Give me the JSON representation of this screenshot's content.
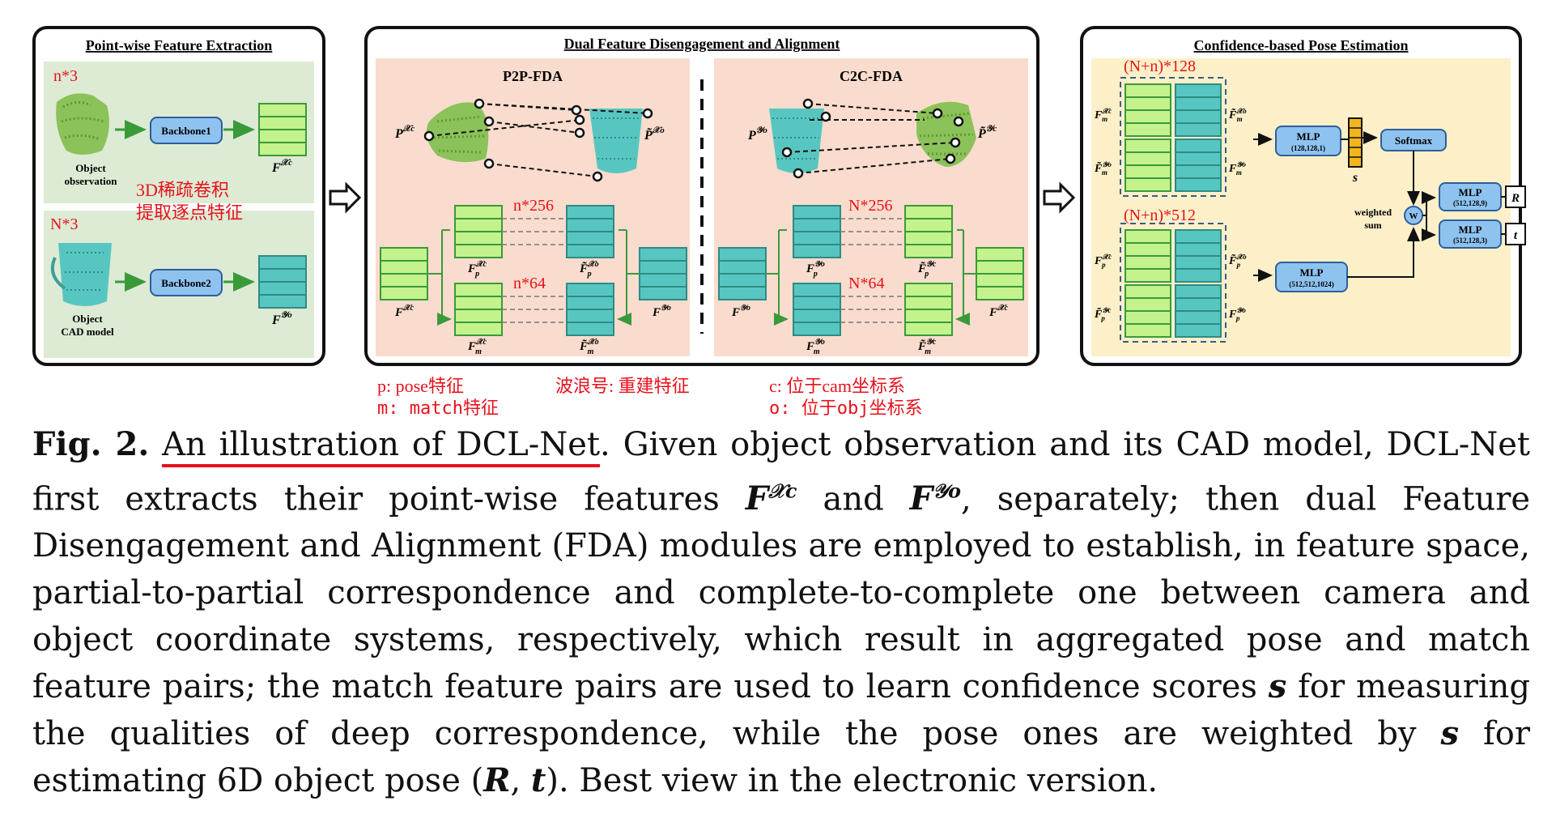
{
  "panels": {
    "extraction": {
      "title": "Point-wise Feature Extraction",
      "n3": "n*3",
      "N3": "N*3",
      "obs_label_1": "Object",
      "obs_label_2": "observation",
      "cad_label_1": "Object",
      "cad_label_2": "CAD model",
      "backbone1": "Backbone1",
      "backbone2": "Backbone2",
      "note_1": "3D稀疏卷积",
      "note_2": "提取逐点特征"
    },
    "fda": {
      "title": "Dual Feature Disengagement and Alignment",
      "p2p_title": "P2P-FDA",
      "c2c_title": "C2C-FDA",
      "p2p_n256": "n*256",
      "p2p_n64": "n*64",
      "c2c_N256": "N*256",
      "c2c_N64": "N*64"
    },
    "confidence": {
      "title": "Confidence-based Pose Estimation",
      "dim_top": "(N+n)*128",
      "dim_bot": "(N+n)*512",
      "mlp1": "MLP",
      "mlp1_dims": "(128,128,1)",
      "mlp2": "MLP",
      "mlp2_dims": "(512,512,1024)",
      "softmax": "Softmax",
      "s_label": "s",
      "weighted_1": "weighted",
      "weighted_2": "sum",
      "w_node": "W",
      "mlp_r": "MLP",
      "mlp_r_dims": "(512,128,9)",
      "mlp_t": "MLP",
      "mlp_t_dims": "(512,128,3)",
      "out_r": "R",
      "out_t": "t"
    }
  },
  "notes": {
    "p": "p: pose特征",
    "m": "m: match特征",
    "wave": "波浪号: 重建特征",
    "c": "c: 位于cam坐标系",
    "o": "o: 位于obj坐标系"
  },
  "caption": {
    "label": "Fig. 2.",
    "title": "An illustration of DCL-Net",
    "s1": ". Given object observation and its CAD model, DCL-Net first extracts their point-wise features ",
    "s2": " and ",
    "s3": ", separately; then dual Feature Disengagement and Alignment (FDA) modules are employed to establish, in feature space, partial-to-partial correspondence and complete-to-complete one between camera and object coordinate systems, respectively, which result in aggregated pose and match feature pairs; the match feature pairs are used to learn confidence scores ",
    "s4": " for measuring the qualities of deep correspondence, while the pose ones are weighted by ",
    "s5": " for estimating 6D object pose (",
    "s6": "). Best view in the electronic version.",
    "sym_s": "s",
    "sym_R": "R",
    "sym_t": "t"
  },
  "colors": {
    "green_feat": "#c4f28c",
    "teal_feat": "#58c6c0",
    "panel_green": "#ddebd4",
    "panel_salmon": "#f9dccd",
    "panel_yellow": "#fdf0c8",
    "box_blue": "#8ec3f0",
    "note_red": "#e8111c",
    "score_orange": "#f2b51c"
  }
}
